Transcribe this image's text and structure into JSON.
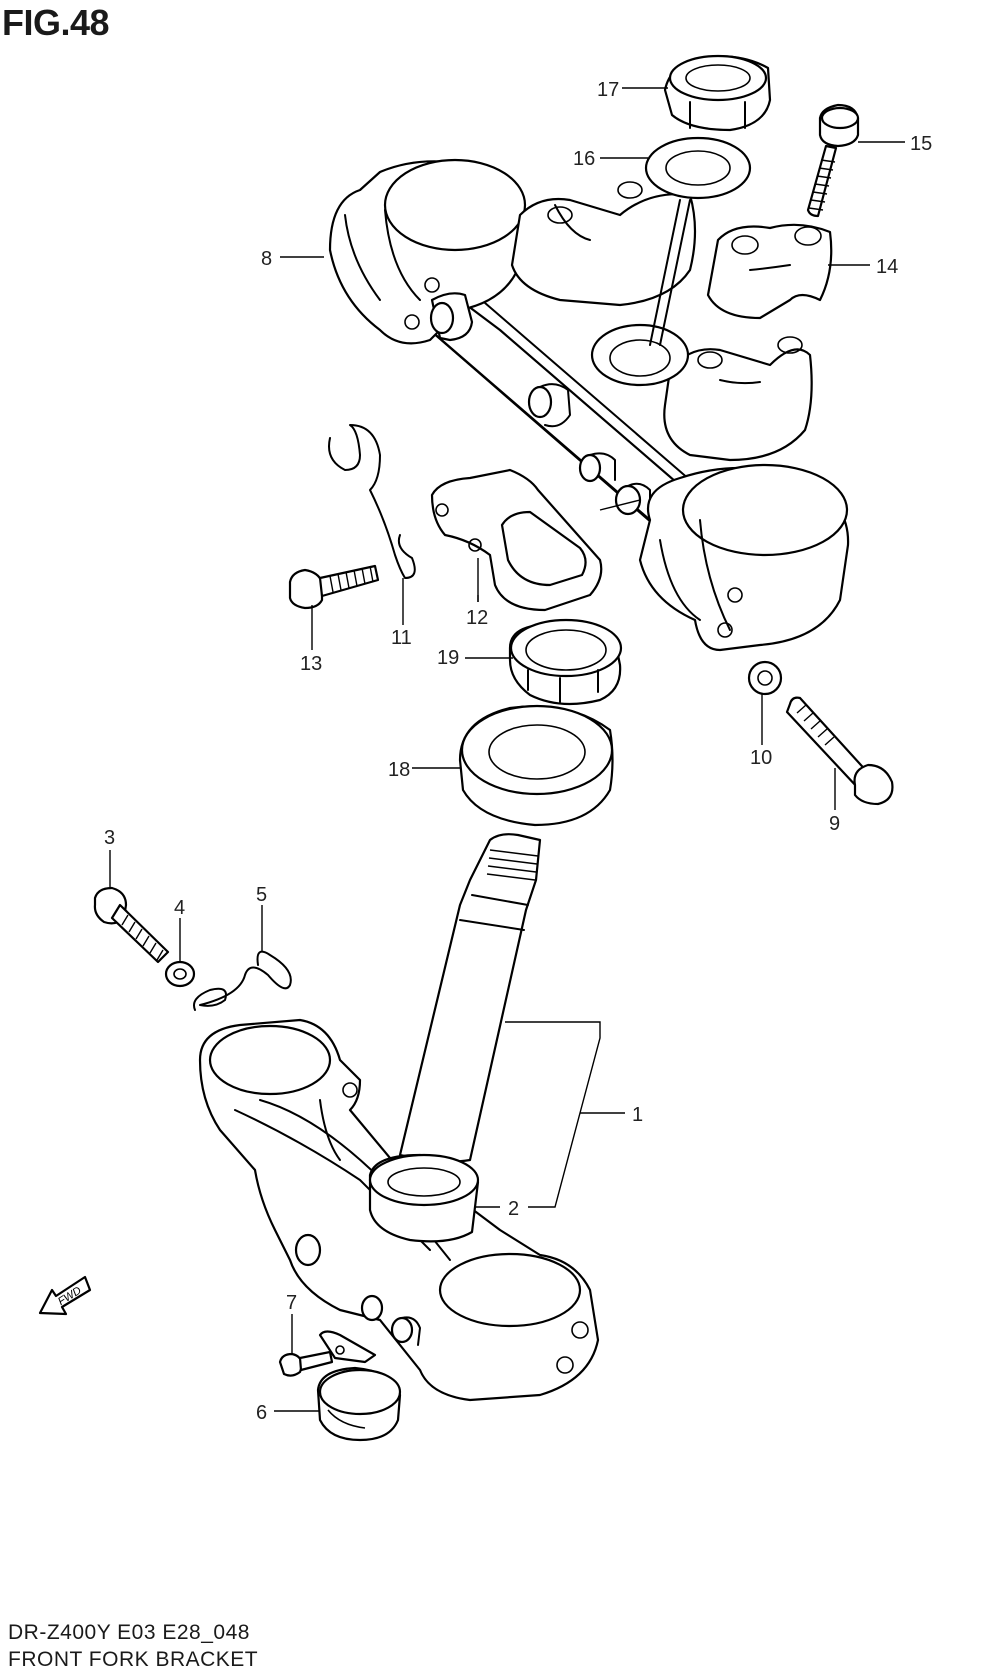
{
  "figure": {
    "title": "FIG.48"
  },
  "footer": {
    "model": "DR-Z400Y E03 E28_048",
    "caption": "FRONT FORK BRACKET"
  },
  "fwd_label": "FWD",
  "parts": [
    {
      "num": "1"
    },
    {
      "num": "2"
    },
    {
      "num": "3"
    },
    {
      "num": "4"
    },
    {
      "num": "5"
    },
    {
      "num": "6"
    },
    {
      "num": "7"
    },
    {
      "num": "8"
    },
    {
      "num": "9"
    },
    {
      "num": "10"
    },
    {
      "num": "11"
    },
    {
      "num": "12"
    },
    {
      "num": "13"
    },
    {
      "num": "14"
    },
    {
      "num": "15"
    },
    {
      "num": "16"
    },
    {
      "num": "17"
    },
    {
      "num": "18"
    },
    {
      "num": "19"
    }
  ]
}
